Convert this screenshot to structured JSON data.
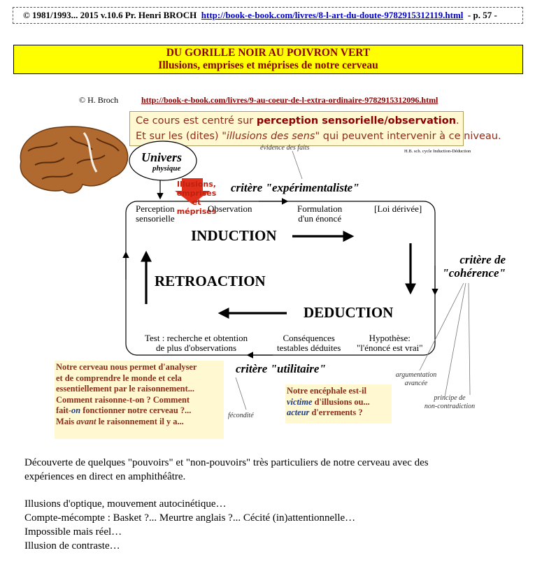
{
  "header": {
    "copyright": "© 1981/1993... 2015 v.10.6 Pr. Henri BROCH",
    "link": "http://book-e-book.com/livres/8-l-art-du-doute-9782915312119.html",
    "page": "- p. 57 -"
  },
  "title": {
    "line1": "DU GORILLE NOIR AU POIVRON VERT",
    "line2": "Illusions, emprises et méprises de notre cerveau"
  },
  "credit": {
    "author": "© H. Broch",
    "link": "http://book-e-book.com/livres/9-au-coeur-de-l-extra-ordinaire-9782915312096.html"
  },
  "course_note": {
    "line1_pre": "Ce cours est centré sur ",
    "line1_bold": "perception sensorielle/observation",
    "line1_post": ".",
    "line2_pre": "Et sur les (dites) ",
    "line2_italic": "\"illusions des sens\"",
    "line2_post": " qui peuvent intervenir à ce niveau."
  },
  "diagram": {
    "evidence": "évidence des faits",
    "hb_caption": "H.B. sch. cycle Induction-Déduction",
    "univers": "Univers",
    "physique": "physique",
    "illusions_l1": "Illusions,",
    "illusions_l2": "emprises",
    "illusions_l3": "et méprises",
    "critere_exp_label": "critère",
    "critere_exp_value": "\"expérimentaliste\"",
    "perception_l1": "Perception",
    "perception_l2": "sensorielle",
    "observation": "Observation",
    "formulation_l1": "Formulation",
    "formulation_l2": "d'un énoncé",
    "loi": "[Loi dérivée]",
    "induction": "INDUCTION",
    "retroaction": "RETROACTION",
    "deduction": "DEDUCTION",
    "critere_coh_l1": "critère de",
    "critere_coh_l2": "\"cohérence\"",
    "test_l1": "Test : recherche et obtention",
    "test_l2": "de plus d'observations",
    "consequences_l1": "Conséquences",
    "consequences_l2": "testables déduites",
    "hypothese_l1": "Hypothèse:",
    "hypothese_l2": "\"l'énoncé est vrai\"",
    "critere_util_label": "critère",
    "critere_util_value": "\"utilitaire\"",
    "fecondite": "fécondité",
    "argumentation_l1": "argumentation",
    "argumentation_l2": "avancée",
    "principe_l1": "principe de",
    "principe_l2": "non-contradiction"
  },
  "note_left": {
    "l1": "Notre cerveau nous permet d'analyser",
    "l2": "et de comprendre le monde et cela",
    "l3": "essentiellement par le raisonnement...",
    "l4": "Comment raisonne-t-on ? Comment",
    "l5_pre": "fait-",
    "l5_on": "on",
    "l5_post": " fonctionner notre cerveau ?...",
    "l6_pre": "Mais ",
    "l6_avant": "avant",
    "l6_post": " le raisonnement il y a..."
  },
  "note_right": {
    "l1": "Notre encéphale est-il",
    "l2_victime": "victime",
    "l2_post": " d'illusions ou...",
    "l3_acteur": "acteur",
    "l3_post": " d'errements ?"
  },
  "body": {
    "p1_l1": "Découverte de quelques \"pouvoirs\" et \"non-pouvoirs\" très particuliers de notre cerveau avec des",
    "p1_l2": "expériences en direct en amphithéâtre.",
    "l1": "Illusions d'optique, mouvement autocinétique…",
    "l2": "Compte-mécompte : Basket ?... Meurtre anglais ?... Cécité (in)attentionnelle…",
    "l3": "Impossible mais réel…",
    "l4": "Illusion de contraste…"
  }
}
